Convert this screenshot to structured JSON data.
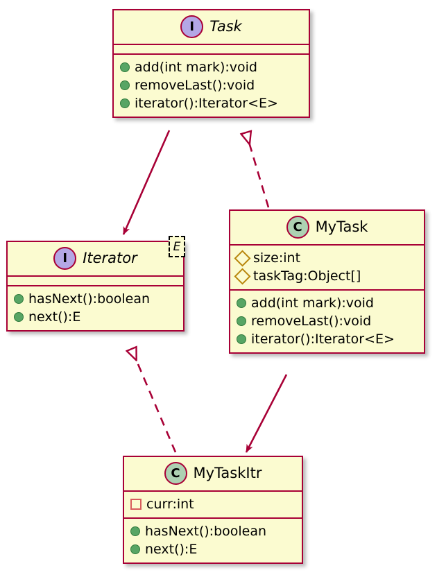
{
  "diagram": {
    "kind": "uml-class-diagram",
    "colors": {
      "node_fill": "#FBFBD0",
      "node_border": "#A80036",
      "interface_badge": "#B4A7E5",
      "class_badge": "#ADD1B2",
      "public_glyph": "#57A564",
      "protected_glyph": "#B8860B",
      "private_glyph": "#D85C5C",
      "edge": "#A80036",
      "canvas": "#FFFFFF"
    }
  },
  "nodes": [
    {
      "id": "task",
      "name": "Task",
      "stereotype": "I",
      "stereotype_name": "interface",
      "italic_title": true,
      "attributes": [],
      "methods": [
        {
          "visibility": "public",
          "label": "add(int mark):void"
        },
        {
          "visibility": "public",
          "label": "removeLast():void"
        },
        {
          "visibility": "public",
          "label": "iterator():Iterator<E>"
        }
      ]
    },
    {
      "id": "iterator",
      "name": "Iterator",
      "stereotype": "I",
      "stereotype_name": "interface",
      "italic_title": true,
      "generic": "E",
      "attributes": [],
      "methods": [
        {
          "visibility": "public",
          "label": "hasNext():boolean"
        },
        {
          "visibility": "public",
          "label": "next():E"
        }
      ]
    },
    {
      "id": "mytask",
      "name": "MyTask",
      "stereotype": "C",
      "stereotype_name": "class",
      "italic_title": false,
      "attributes": [
        {
          "visibility": "protected",
          "label": "size:int"
        },
        {
          "visibility": "protected",
          "label": "taskTag:Object[]"
        }
      ],
      "methods": [
        {
          "visibility": "public",
          "label": "add(int mark):void"
        },
        {
          "visibility": "public",
          "label": "removeLast():void"
        },
        {
          "visibility": "public",
          "label": "iterator():Iterator<E>"
        }
      ]
    },
    {
      "id": "mytaskitr",
      "name": "MyTaskItr",
      "stereotype": "C",
      "stereotype_name": "class",
      "italic_title": false,
      "attributes": [
        {
          "visibility": "private",
          "label": "curr:int"
        }
      ],
      "methods": [
        {
          "visibility": "public",
          "label": "hasNext():boolean"
        },
        {
          "visibility": "public",
          "label": "next():E"
        }
      ]
    }
  ],
  "edges": [
    {
      "id": "task-uses-iterator",
      "from": "Task",
      "to": "Iterator",
      "type": "association",
      "line": "solid",
      "arrow": "filled"
    },
    {
      "id": "mytask-implements-task",
      "from": "MyTask",
      "to": "Task",
      "type": "realization",
      "line": "dashed",
      "arrow": "hollow-triangle"
    },
    {
      "id": "mytaskitr-implements-iterator",
      "from": "MyTaskItr",
      "to": "Iterator",
      "type": "realization",
      "line": "dashed",
      "arrow": "hollow-triangle"
    },
    {
      "id": "mytask-uses-mytaskitr",
      "from": "MyTask",
      "to": "MyTaskItr",
      "type": "association",
      "line": "solid",
      "arrow": "filled"
    }
  ]
}
